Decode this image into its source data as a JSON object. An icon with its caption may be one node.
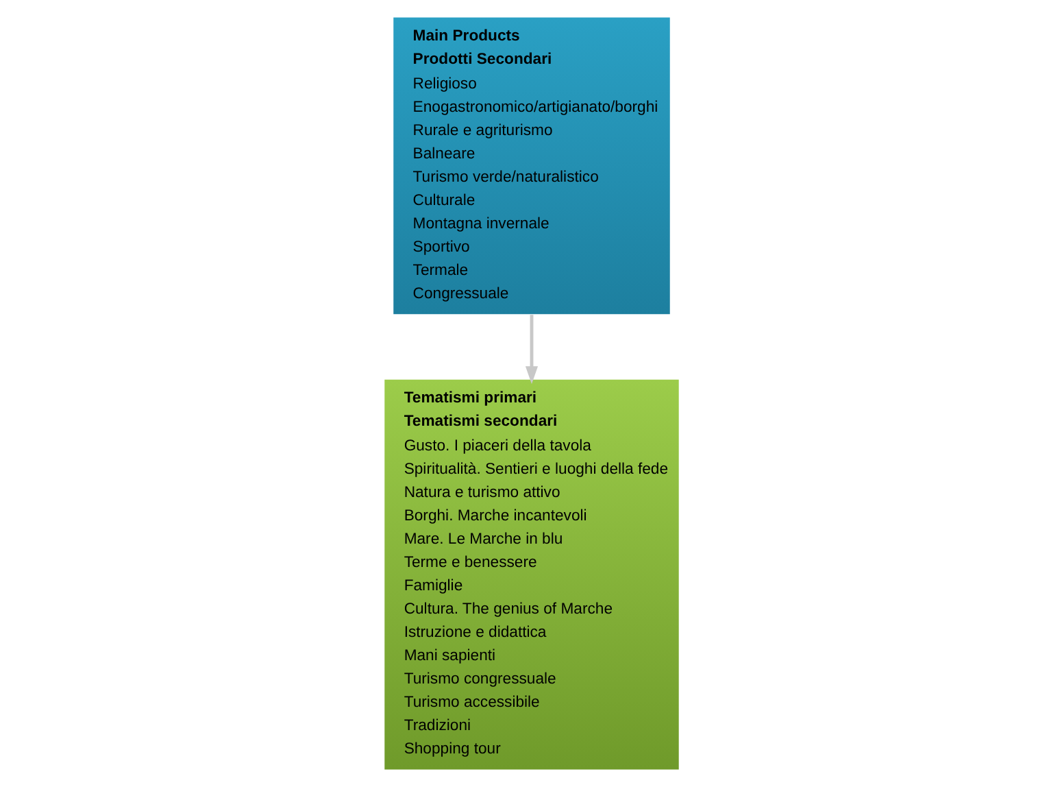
{
  "diagram": {
    "nodes": [
      {
        "text": [
          "Main Products",
          "Prodotti Secondari",
          "Religioso",
          "Enogastronomico/artigianato/borghi",
          "Rurale e agriturismo",
          "Balneare",
          "Turismo verde/naturalistico",
          "Culturale",
          "Montagna invernale",
          "Sportivo",
          "Termale",
          "Congressuale"
        ]
      },
      {
        "text": [
          "Tematismi primari",
          "Tematismi secondari",
          "Gusto. I piaceri della tavola",
          "Spiritualità. Sentieri e luoghi della fede",
          "Natura e turismo attivo",
          "Borghi. Marche incantevoli",
          "Mare. Le Marche in blu",
          "Terme e benessere",
          "Famiglie",
          "Cultura. The genius of Marche",
          "Istruzione e didattica",
          "Mani sapienti",
          "Turismo congressuale",
          "Turismo accessibile",
          "Tradizioni",
          "Shopping tour"
        ]
      }
    ],
    "edges": [
      {
        "from": 0,
        "to": 1,
        "arrow": "to"
      }
    ]
  }
}
